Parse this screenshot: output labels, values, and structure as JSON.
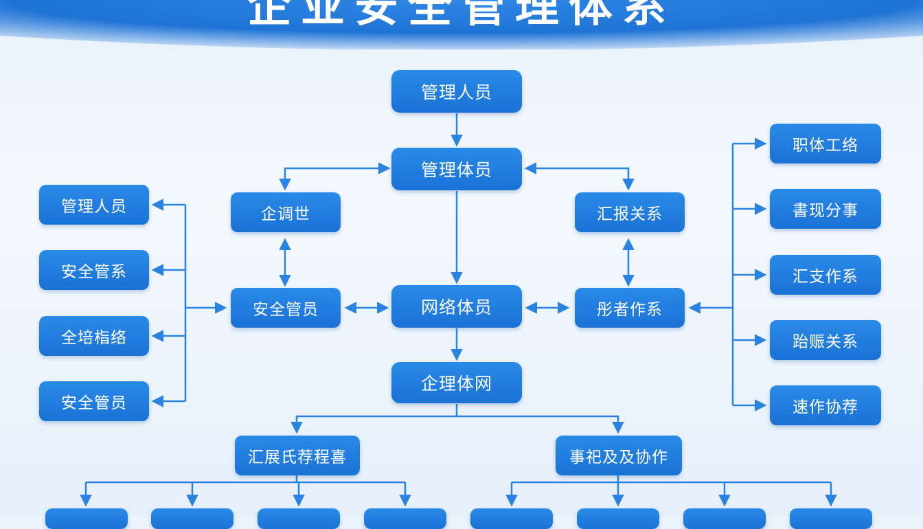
{
  "title": "企业安全管理体系",
  "nodes": {
    "top": "管理人员",
    "center_top": "管理体员",
    "center_mid": "网络体员",
    "center_bottom": "企理体网",
    "left_upper": "企调世",
    "left_mid": "安全管员",
    "right_upper": "汇报关系",
    "right_mid": "彤者作系",
    "far_left": [
      "管理人员",
      "安全管系",
      "全培栺络",
      "安全管员"
    ],
    "far_right": [
      "职体工络",
      "書现分事",
      "汇支作系",
      "跆赈关系",
      "速作协荐"
    ],
    "branch_left": "汇展氏荐程喜",
    "branch_right": "事祀及及协作"
  },
  "colors": {
    "node_fill": "#1f7bdc",
    "connector": "#2a83e0",
    "banner": "#1f73d6",
    "background": "#eef5fc"
  }
}
